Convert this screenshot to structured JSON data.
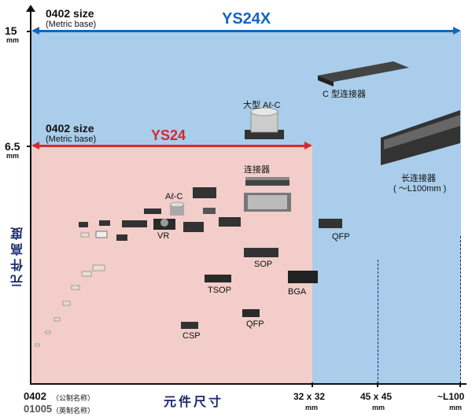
{
  "axes": {
    "y_top_value": "15",
    "y_mid_value": "6.5",
    "y_unit": "mm",
    "y_title": "元件高度",
    "x_title": "元件尺寸",
    "x_origin_metric": "0402",
    "x_origin_metric_note": "（公制名称）",
    "x_origin_imperial": "01005",
    "x_origin_imperial_note": "（英制名称）",
    "x_ticks": [
      {
        "label": "32 x 32",
        "unit": "mm"
      },
      {
        "label": "45 x 45",
        "unit": "mm"
      },
      {
        "label": "~L100",
        "unit": "mm"
      }
    ]
  },
  "ranges": {
    "ys24x": {
      "name": "YS24X",
      "min_size": "0402 size",
      "min_size_note": "(Metric base)",
      "color": "#1565c0",
      "fill": "#a9cdea"
    },
    "ys24": {
      "name": "YS24",
      "min_size": "0402 size",
      "min_size_note": "(Metric base)",
      "color": "#d7282f",
      "fill": "#f2cdc9"
    }
  },
  "components": {
    "large_ac": "大型 Aℓ-C",
    "c_connector": "C 型连接器",
    "long_connector": "长连接器",
    "long_connector_note": "( ～L100mm )",
    "connector": "连接器",
    "ac": "Aℓ-C",
    "vr": "VR",
    "qfp_right": "QFP",
    "sop": "SOP",
    "tsop": "TSOP",
    "bga": "BGA",
    "qfp_low": "QFP",
    "csp": "CSP"
  }
}
